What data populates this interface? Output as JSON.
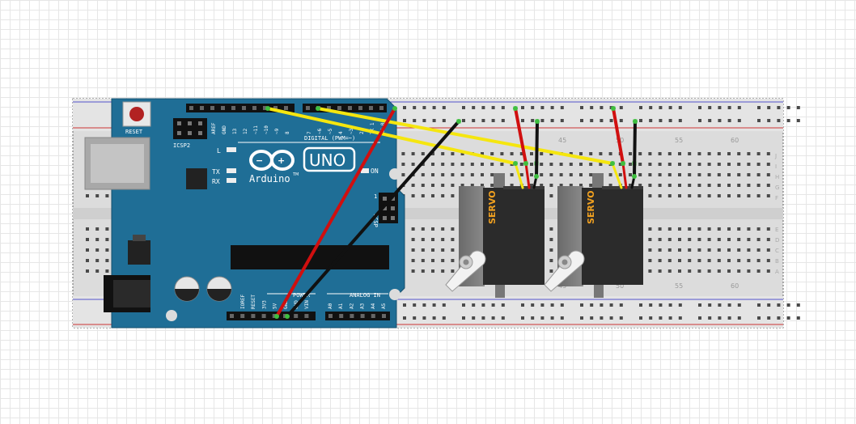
{
  "arduino": {
    "logo_text": "Arduino",
    "model": "UNO",
    "trademark": "TM",
    "reset_label": "RESET",
    "icsp2_label": "ICSP2",
    "icsp_label": "ICSP",
    "icsp_num": "1",
    "digital_label": "DIGITAL (PWM=~)",
    "power_label": "POWER",
    "analog_label": "ANALOG IN",
    "led_l": "L",
    "led_tx": "TX",
    "led_rx": "RX",
    "on_label": "ON",
    "digital_pins": [
      "AREF",
      "GND",
      "13",
      "12",
      "~11",
      "~10",
      "~9",
      "8",
      "7",
      "~6",
      "~5",
      "4",
      "~3",
      "2",
      "TX 1",
      "RX 0"
    ],
    "power_pins": [
      "IOREF",
      "RESET",
      "3V3",
      "5V",
      "GND",
      "GND",
      "VIN"
    ],
    "analog_pins": [
      "A0",
      "A1",
      "A2",
      "A3",
      "A4",
      "A5"
    ]
  },
  "breadboard": {
    "column_numbers": [
      "45",
      "50",
      "55",
      "60"
    ],
    "row_letters_top": [
      "J",
      "I",
      "H",
      "G",
      "F"
    ],
    "row_letters_bottom": [
      "E",
      "D",
      "C",
      "B",
      "A"
    ]
  },
  "servos": [
    {
      "label": "SERVO"
    },
    {
      "label": "SERVO"
    }
  ],
  "colors": {
    "board": "#1f6e96",
    "wire_signal": "#f5e60f",
    "wire_power": "#d00f0f",
    "wire_ground": "#111111",
    "servo_body": "#2b2b2b",
    "servo_label": "#f0a020"
  }
}
